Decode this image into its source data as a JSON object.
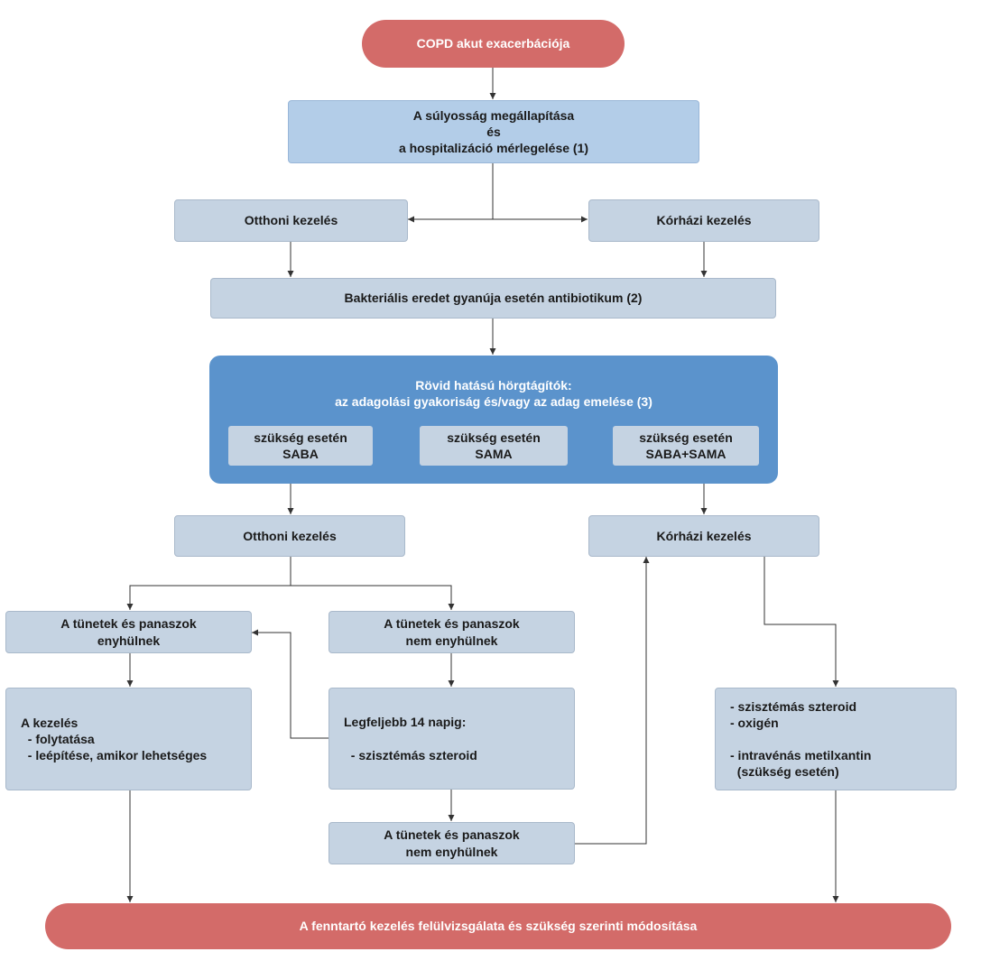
{
  "colors": {
    "terminal": "#d36b69",
    "process": "#c5d3e2",
    "assessment": "#b3cde8",
    "group": "#5b93cc",
    "line": "#333333"
  },
  "nodes": {
    "start": {
      "label": "COPD akut exacerbációja"
    },
    "assess": {
      "lines": [
        "A súlyosság megállapítása",
        "és",
        "a hospitalizáció mérlegelése (1)"
      ]
    },
    "home1": {
      "label": "Otthoni kezelés"
    },
    "hosp1": {
      "label": "Kórházi kezelés"
    },
    "antibiotic": {
      "label": "Bakteriális eredet gyanúja esetén antibiotikum (2)"
    },
    "bronchodilator": {
      "title_lines": [
        "Rövid hatású hörgtágítók:",
        "az adagolási gyakoriság és/vagy az adag emelése (3)"
      ],
      "options": [
        {
          "lines": [
            "szükség esetén",
            "SABA"
          ]
        },
        {
          "lines": [
            "szükség esetén",
            "SAMA"
          ]
        },
        {
          "lines": [
            "szükség esetén",
            "SABA+SAMA"
          ]
        }
      ]
    },
    "home2": {
      "label": "Otthoni kezelés"
    },
    "hosp2": {
      "label": "Kórházi kezelés"
    },
    "improve": {
      "lines": [
        "A tünetek és panaszok",
        "enyhülnek"
      ]
    },
    "noimprove1": {
      "lines": [
        "A tünetek és panaszok",
        "nem enyhülnek"
      ]
    },
    "continue": {
      "lines": [
        "A kezelés",
        "  - folytatása",
        "  - leépítése, amikor lehetséges"
      ]
    },
    "steroid14": {
      "lines": [
        "Legfeljebb 14 napig:",
        "",
        "  - szisztémás szteroid"
      ]
    },
    "hospital_tx": {
      "lines": [
        "- szisztémás szteroid",
        "- oxigén",
        "",
        "- intravénás metilxantin",
        "  (szükség esetén)"
      ]
    },
    "noimprove2": {
      "lines": [
        "A tünetek és panaszok",
        "nem enyhülnek"
      ]
    },
    "end": {
      "label": "A fenntartó kezelés felülvizsgálata és szükség szerinti módosítása"
    }
  }
}
